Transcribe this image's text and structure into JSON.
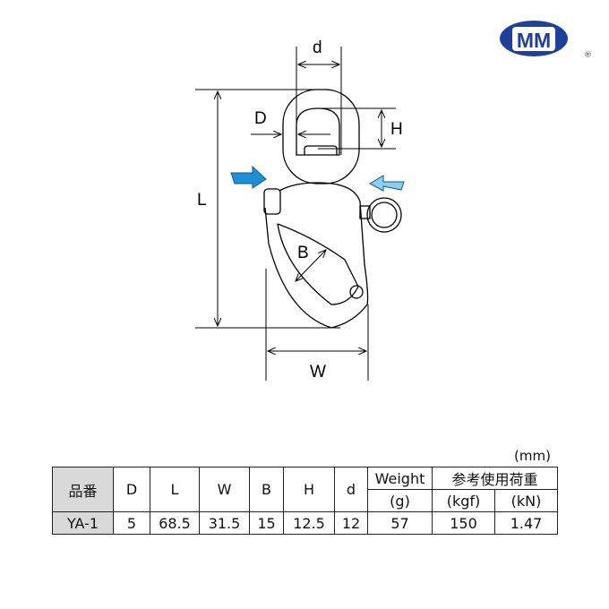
{
  "logo": {
    "text": "MM",
    "registered": "®",
    "color": "#1e3f9a"
  },
  "diagram": {
    "labels": {
      "d": "d",
      "D": "D",
      "H": "H",
      "L": "L",
      "B": "B",
      "W": "W"
    },
    "arrow_color": "#1e8fd6"
  },
  "table": {
    "unit": "(mm)",
    "headers": {
      "part_no": "品番",
      "D": "D",
      "L": "L",
      "W": "W",
      "B": "B",
      "H": "H",
      "d": "d",
      "weight": "Weight",
      "weight_unit": "(g)",
      "load": "参考使用荷重",
      "kgf": "(kgf)",
      "kn": "(kN)"
    },
    "rows": [
      {
        "part_no": "YA-1",
        "D": "5",
        "L": "68.5",
        "W": "31.5",
        "B": "15",
        "H": "12.5",
        "d": "12",
        "weight": "57",
        "kgf": "150",
        "kn": "1.47"
      }
    ]
  }
}
